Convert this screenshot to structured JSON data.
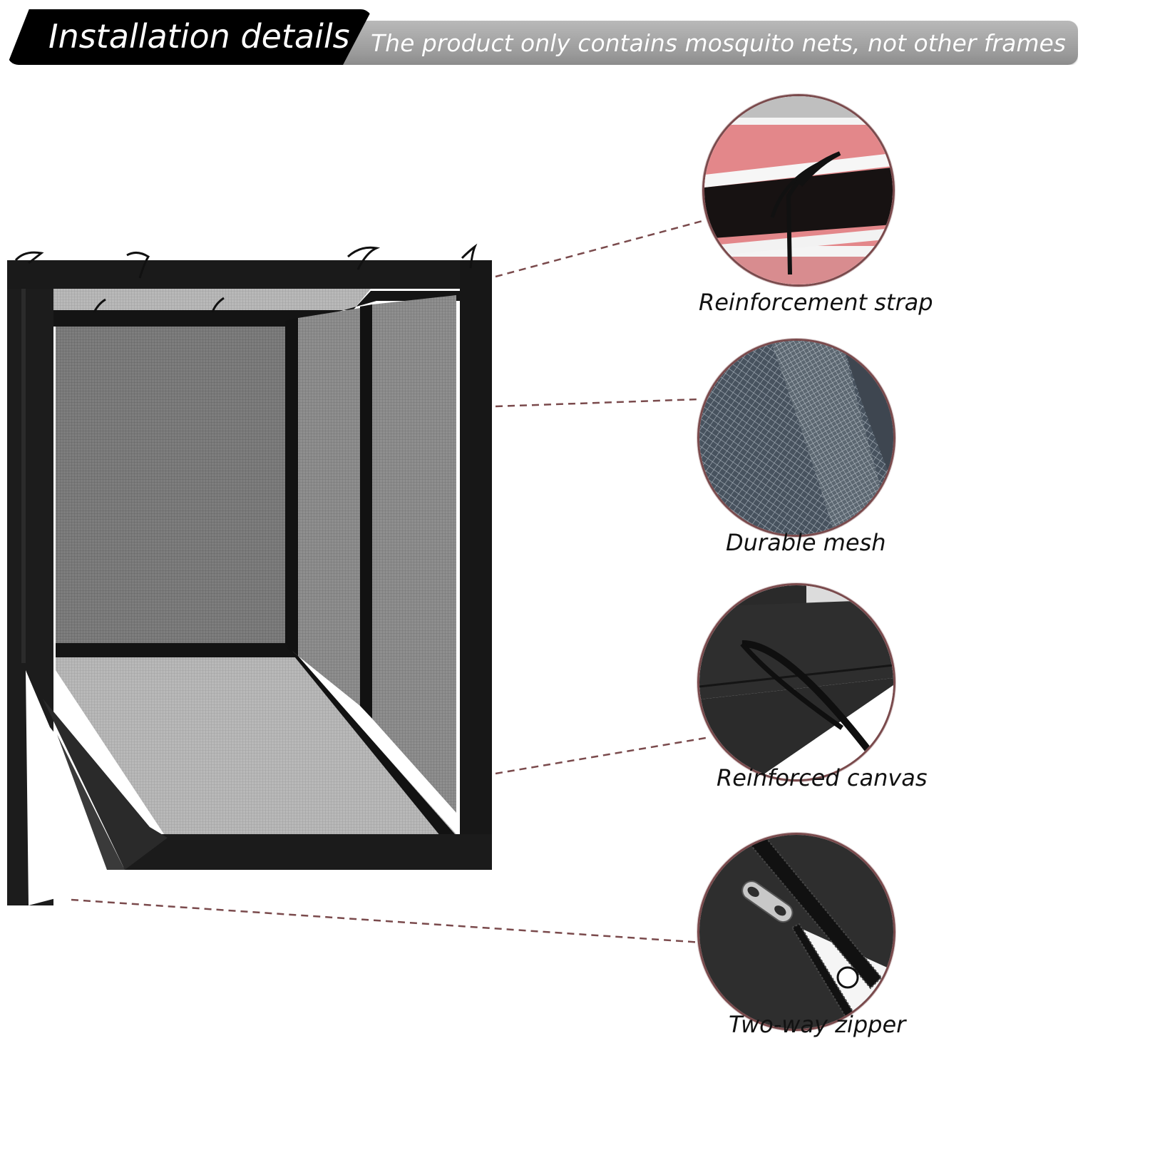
{
  "header": {
    "title": "Installation details",
    "subtitle": "The product only contains mosquito nets, not other frames"
  },
  "product": {
    "description": "Black mosquito net screen panel with tie straps along top edge and corner zipper opening"
  },
  "callouts": [
    {
      "id": "reinforcement-strap",
      "label": "Reinforcement strap",
      "icon": "strap-detail-icon"
    },
    {
      "id": "durable-mesh",
      "label": "Durable mesh",
      "icon": "mesh-detail-icon"
    },
    {
      "id": "reinforced-canvas",
      "label": "Reinforced canvas",
      "icon": "canvas-detail-icon"
    },
    {
      "id": "two-way-zipper",
      "label": "Two-way zipper",
      "icon": "zipper-detail-icon"
    }
  ],
  "colors": {
    "banner_black": "#000000",
    "banner_gray": "#a8a8a8",
    "leader_line": "#7a4a4c",
    "net_frame": "#151515",
    "mesh": "#9c9c9c"
  }
}
